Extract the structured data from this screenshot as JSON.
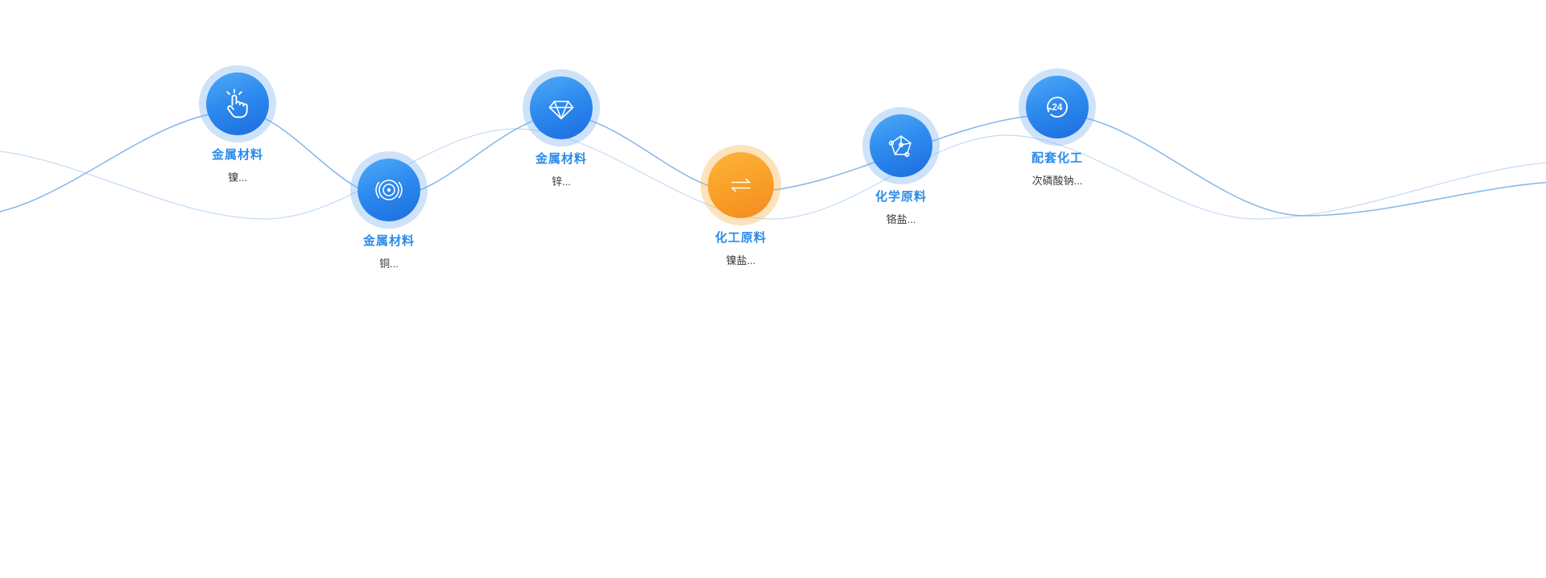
{
  "section": {
    "name": "product-category-wave",
    "background": "#ffffff"
  },
  "colors": {
    "wave_primary": "#6FA9E8",
    "wave_secondary": "#BDD8F3",
    "node_blue_gradient_from": "#4FAAF7",
    "node_blue_gradient_to": "#1B6CE0",
    "node_blue_halo": "rgba(116,176,240,0.35)",
    "node_orange_gradient_from": "#FDB53A",
    "node_orange_gradient_to": "#F68B1F",
    "node_orange_halo": "rgba(248,172,60,0.35)",
    "title_blue": "#2B8BE8",
    "subtitle_gray": "#3a3a3a"
  },
  "icons": {
    "hours_badge": "24"
  },
  "nodes": [
    {
      "title": "金属材料",
      "subtitle": "镍...",
      "icon": "hand-click-icon",
      "color": "blue"
    },
    {
      "title": "金属材料",
      "subtitle": "铜...",
      "icon": "radar-rings-icon",
      "color": "blue"
    },
    {
      "title": "金属材料",
      "subtitle": "锌...",
      "icon": "diamond-icon",
      "color": "blue"
    },
    {
      "title": "化工原料",
      "subtitle": "镍盐...",
      "icon": "exchange-arrows-icon",
      "color": "orange"
    },
    {
      "title": "化学原料",
      "subtitle": "铬盐...",
      "icon": "molecule-pentagon-icon",
      "color": "blue"
    },
    {
      "title": "配套化工",
      "subtitle": "次磷酸钠...",
      "icon": "24-hour-icon",
      "color": "blue"
    }
  ]
}
